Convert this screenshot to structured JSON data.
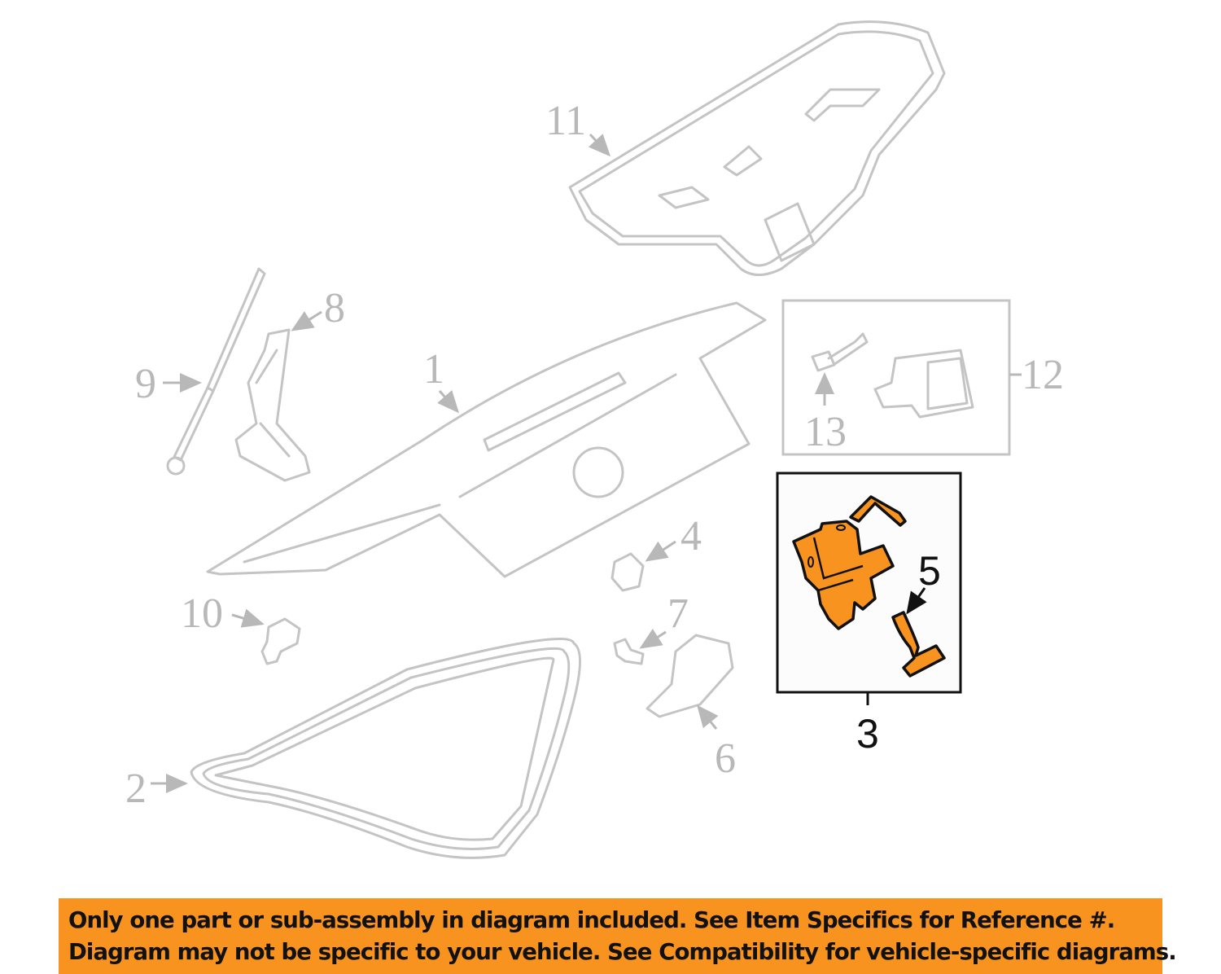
{
  "diagram": {
    "callouts": {
      "c1": "1",
      "c2": "2",
      "c3": "3",
      "c4": "4",
      "c5": "5",
      "c6": "6",
      "c7": "7",
      "c8": "8",
      "c9": "9",
      "c10": "10",
      "c11": "11",
      "c12": "12",
      "c13": "13"
    },
    "highlight_color": "#f7931e",
    "highlighted_parts": [
      "3",
      "5"
    ]
  },
  "banner": {
    "line1": "Only one part or sub-assembly in diagram included. See Item Specifics for Reference #.",
    "line2": "Diagram may not be specific to your vehicle. See Compatibility for vehicle-specific diagrams.",
    "color": "#f7931e"
  }
}
